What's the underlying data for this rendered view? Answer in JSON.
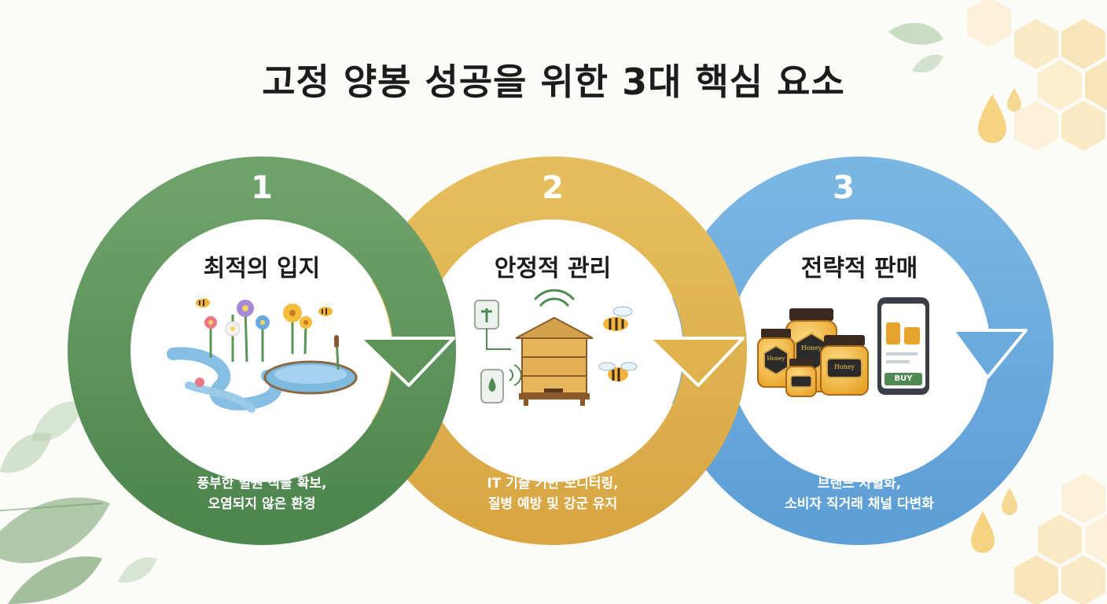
{
  "title": "고정 양봉 성공을 위한 3대 핵심 요소",
  "colors": {
    "green": "#5b9358",
    "gold": "#dfb24e",
    "blue": "#6aaadc",
    "honey": "#f3c34a"
  },
  "steps": [
    {
      "number": "1",
      "heading": "최적의 입지",
      "desc_line1": "풍부한 밀원 식물 확보,",
      "desc_line2": "오염되지 않은 환경",
      "illustration": "flowers-river-bees"
    },
    {
      "number": "2",
      "heading": "안정적 관리",
      "desc_line1": "IT 기술 기반 모니터링,",
      "desc_line2": "질병 예방 및 강군 유지",
      "illustration": "beehive-iot-sensors"
    },
    {
      "number": "3",
      "heading": "전략적 판매",
      "desc_line1": "브랜드 차별화,",
      "desc_line2": "소비자 직거래 채널 다변화",
      "illustration": "honey-jars-mobile-shop"
    }
  ],
  "illustration_text": {
    "jar_label_1": "Honey",
    "jar_label_2": "Honey",
    "jar_label_3": "Honey",
    "buy_button": "BUY"
  }
}
